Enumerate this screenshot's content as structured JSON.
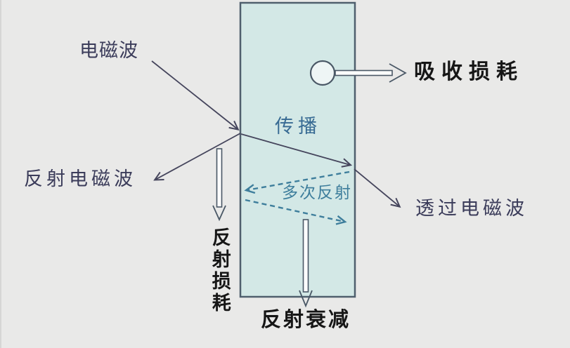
{
  "diagram": {
    "title_hint": "electromagnetic-shielding-mechanism",
    "labels": {
      "incident": "电磁波",
      "reflected": "反射电磁波",
      "propagation": "传播",
      "multiple_reflection": "多次反射",
      "transmitted": "透过电磁波",
      "absorption_loss": "吸收损耗",
      "reflection_loss": "反射损耗",
      "reflection_attenuation": "反射衰减"
    },
    "colors": {
      "background": "#e9e9e8",
      "slab_fill": "#d3e8e6",
      "slab_border": "#4f5f6d",
      "arrow": "#45455c",
      "dashed": "#3e7e9c",
      "hollow_border": "#4a5866",
      "label_text": "#3b3c5a",
      "propagation_text": "#376a93",
      "bold_text": "#161616"
    }
  }
}
